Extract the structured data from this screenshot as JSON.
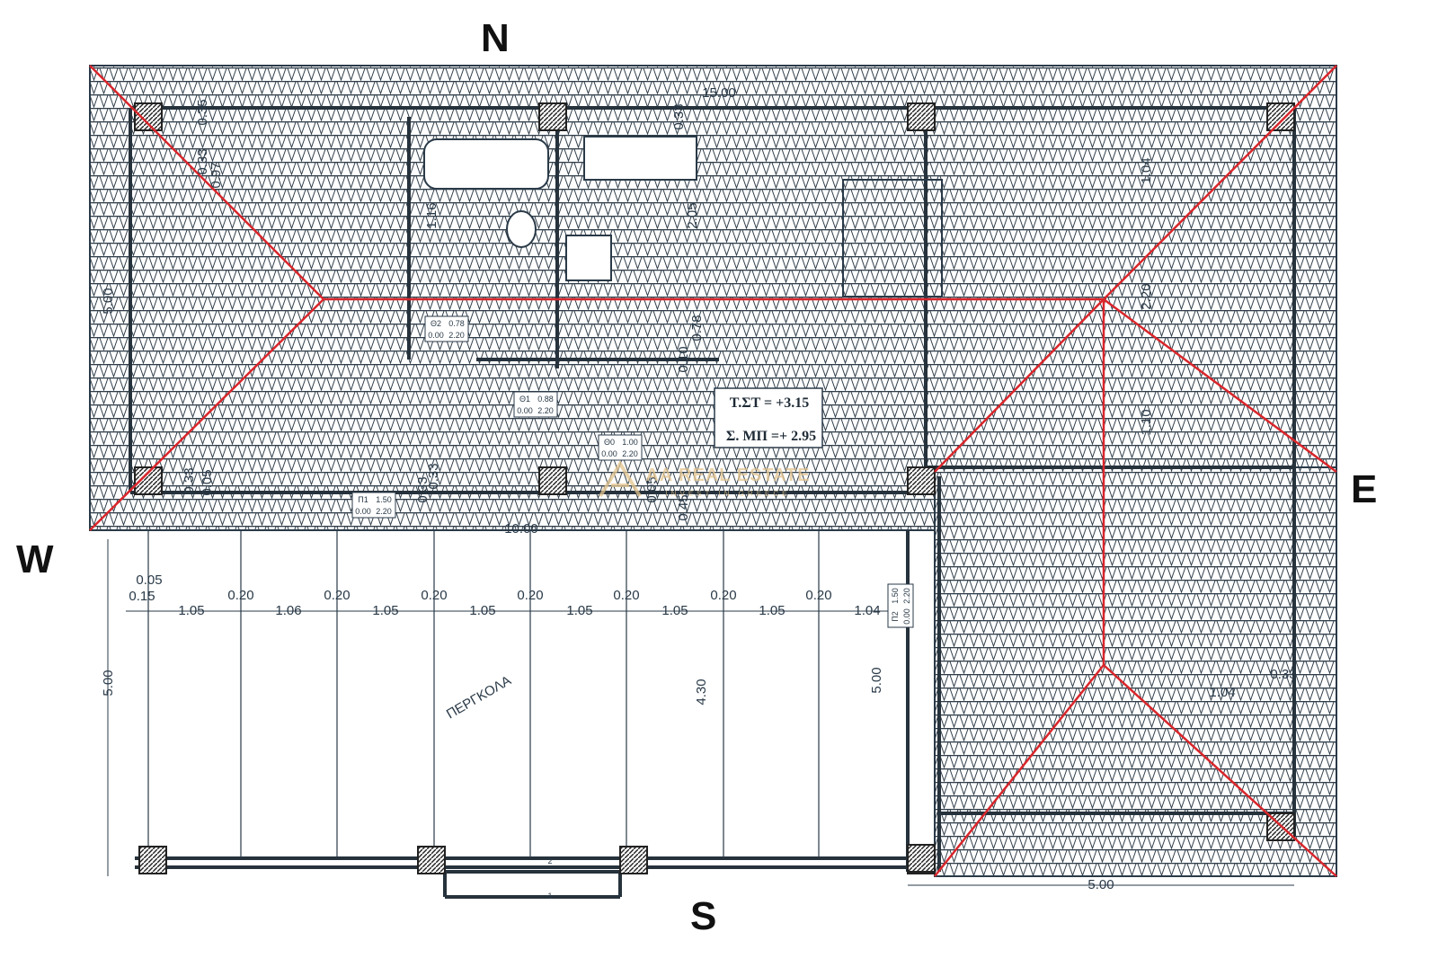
{
  "compass": {
    "north": "N",
    "south": "S",
    "east": "E",
    "west": "W"
  },
  "dimensions": {
    "overall_length": "15.00",
    "main_length": "10.00",
    "left_depth": "5.00",
    "pergola_depth": "5.00",
    "pergola_inner": "4.30",
    "wing_depth": "5.00",
    "wing_width": "5.00",
    "bay_widths": [
      "1.05",
      "1.06",
      "1.05",
      "1.05",
      "1.05",
      "1.05",
      "1.05",
      "1.04"
    ],
    "post_widths": [
      "0.20",
      "0.20",
      "0.20",
      "0.20",
      "0.20",
      "0.20",
      "0.20"
    ],
    "edge_small": [
      "0.05",
      "0.15"
    ],
    "interior": [
      "0.35",
      "0.33",
      "0.97",
      "1.16",
      "2.05",
      "0.33",
      "1.04",
      "2.20",
      "1.10",
      "0.78",
      "0.10",
      "0.33",
      "0.05",
      "0.33",
      "0.33",
      "0.05",
      "0.45",
      "1.04",
      "0.33"
    ]
  },
  "levels": {
    "roof_top": "T.ΣT  =  +3.15",
    "roof_base": "Σ. ΜΠ  =+ 2.95"
  },
  "pergola_label": "ΠΕΡΓΚΟΛΑ",
  "openings": [
    {
      "id": "Π1",
      "w": "1.50",
      "sill": "0.00",
      "h": "2.20"
    },
    {
      "id": "Θ1",
      "w": "0.88",
      "sill": "0.00",
      "h": "2.20"
    },
    {
      "id": "Θ0",
      "w": "1.00",
      "sill": "0.00",
      "h": "2.20"
    },
    {
      "id": "Θ2",
      "w": "0.78",
      "sill": "0.00",
      "h": "2.20"
    },
    {
      "id": "Π2",
      "w": "1.50",
      "sill": "0.00",
      "h": "2.20"
    }
  ],
  "section_marks": [
    "1",
    "2"
  ],
  "watermark": {
    "title": "AA REAL ESTATE",
    "subtitle": "INVEST IN GREECE"
  },
  "colors": {
    "ridge": "#d9262b",
    "ink": "#2a3a48",
    "watermark": "#e3c48e"
  }
}
